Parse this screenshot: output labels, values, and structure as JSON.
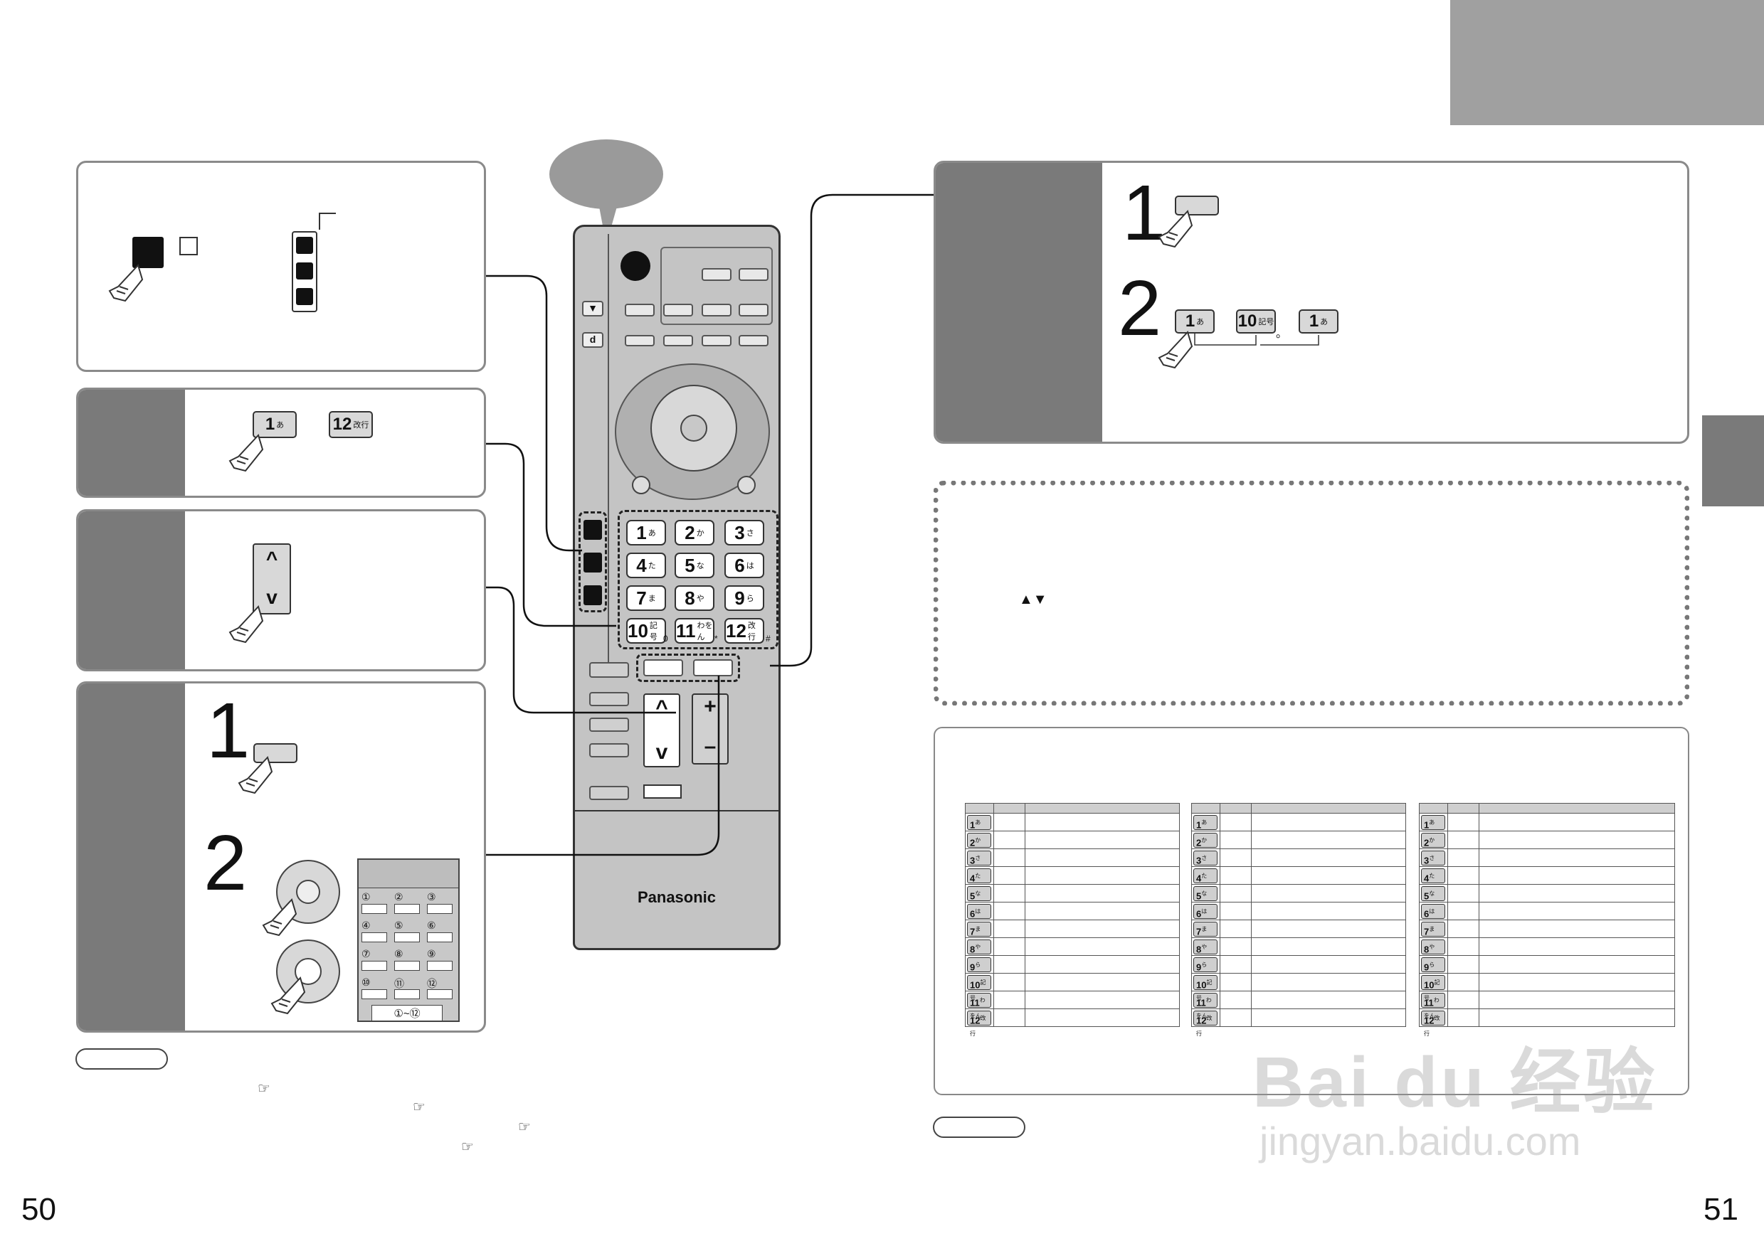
{
  "page_left_number": "50",
  "page_right_number": "51",
  "brand": "Panasonic",
  "step_numbers": {
    "one": "1",
    "two": "2"
  },
  "arrows": {
    "up": "^",
    "down": "v",
    "plus": "+",
    "minus": "–",
    "updown": "▲▼"
  },
  "keypad": [
    {
      "n": "1",
      "k": "あ"
    },
    {
      "n": "2",
      "k": "か"
    },
    {
      "n": "3",
      "k": "さ"
    },
    {
      "n": "4",
      "k": "た"
    },
    {
      "n": "5",
      "k": "な"
    },
    {
      "n": "6",
      "k": "は"
    },
    {
      "n": "7",
      "k": "ま"
    },
    {
      "n": "8",
      "k": "や"
    },
    {
      "n": "9",
      "k": "ら"
    },
    {
      "n": "10",
      "k": "記号"
    },
    {
      "n": "11",
      "k": "わをん"
    },
    {
      "n": "12",
      "k": "改行"
    }
  ],
  "keypad_subs": {
    "ten": "0",
    "eleven": "*",
    "twelve": "#"
  },
  "panel_keys": {
    "first": "1",
    "first_kana": "あ",
    "last": "12",
    "last_kana": "改行",
    "ten": "10",
    "ten_kana": "記号",
    "dot": "。"
  },
  "grid": {
    "cells": [
      "①",
      "②",
      "③",
      "④",
      "⑤",
      "⑥",
      "⑦",
      "⑧",
      "⑨",
      "⑩",
      "⑪",
      "⑫"
    ],
    "range": "①~⑫"
  },
  "table_keys": [
    {
      "n": "1",
      "k": "あ"
    },
    {
      "n": "2",
      "k": "か"
    },
    {
      "n": "3",
      "k": "さ"
    },
    {
      "n": "4",
      "k": "た"
    },
    {
      "n": "5",
      "k": "な"
    },
    {
      "n": "6",
      "k": "は"
    },
    {
      "n": "7",
      "k": "ま"
    },
    {
      "n": "8",
      "k": "や"
    },
    {
      "n": "9",
      "k": "ら"
    },
    {
      "n": "10",
      "k": "記号"
    },
    {
      "n": "11",
      "k": "わをん"
    },
    {
      "n": "12",
      "k": "改行"
    }
  ],
  "watermark": {
    "logo": "Bai du 经验",
    "url": "jingyan.baidu.com"
  }
}
